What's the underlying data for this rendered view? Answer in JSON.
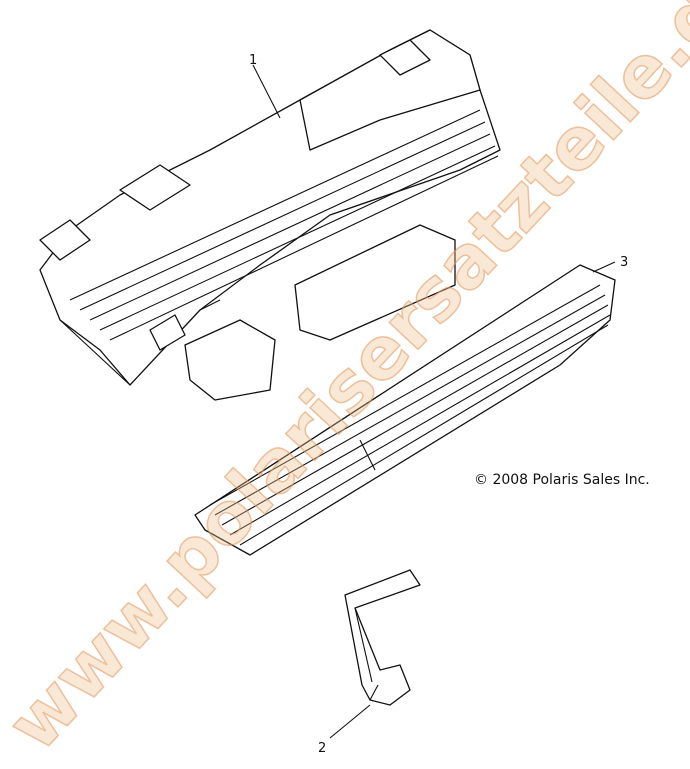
{
  "callouts": [
    {
      "number": "1"
    },
    {
      "number": "3"
    },
    {
      "number": "2"
    }
  ],
  "copyright": "© 2008 Polaris Sales Inc.",
  "watermark": "www.polarisersatzteile.de",
  "colors": {
    "line": "#111111",
    "watermark": "#e1965a"
  }
}
